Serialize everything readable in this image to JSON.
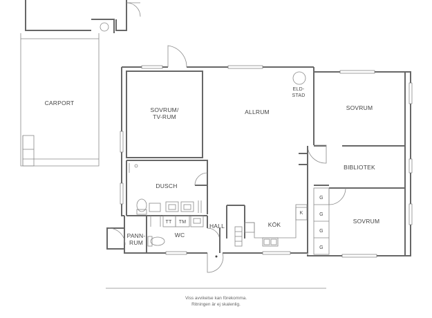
{
  "rooms": {
    "carport": "CARPORT",
    "sovrum_tv_line1": "SOVRUM/",
    "sovrum_tv_line2": "TV-RUM",
    "allrum": "ALLRUM",
    "eldstad_line1": "ELD-",
    "eldstad_line2": "STAD",
    "sovrum_ne": "SOVRUM",
    "bibliotek": "BIBLIOTEK",
    "sovrum_se": "SOVRUM",
    "dusch": "DUSCH",
    "hall": "HALL",
    "kok": "KÖK",
    "wc": "WC",
    "pannrum_line1": "PANN-",
    "pannrum_line2": "RUM"
  },
  "appliances": {
    "tt": "TT",
    "tm": "TM",
    "k": "K",
    "g": [
      "G",
      "G",
      "G",
      "G"
    ]
  },
  "note": {
    "line1": "Viss avvikelse kan förekomma.",
    "line2": "Ritningen är ej skalenlig."
  }
}
